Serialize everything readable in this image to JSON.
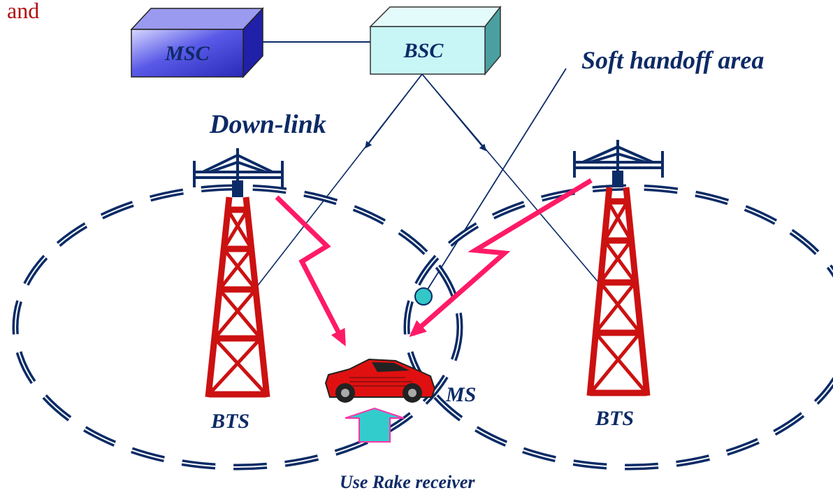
{
  "corner_text": "and",
  "labels": {
    "msc": "MSC",
    "bsc": "BSC",
    "soft_handoff": "Soft handoff  area",
    "down_link": "Down-link",
    "bts_left": "BTS",
    "bts_right": "BTS",
    "ms": "MS",
    "rake": "Use Rake receiver"
  },
  "colors": {
    "msc_fill": "#3a3ad6",
    "bsc_fill": "#c8f6f6",
    "tower": "#cc1111",
    "cell_dash": "#0b2b66",
    "signal": "#ff1a66",
    "label": "#0d2a66",
    "rake_arrow": "#33cccc",
    "rake_arrow_outline": "#ff33aa",
    "car": "#e01010",
    "dot": "#33c7c7"
  }
}
